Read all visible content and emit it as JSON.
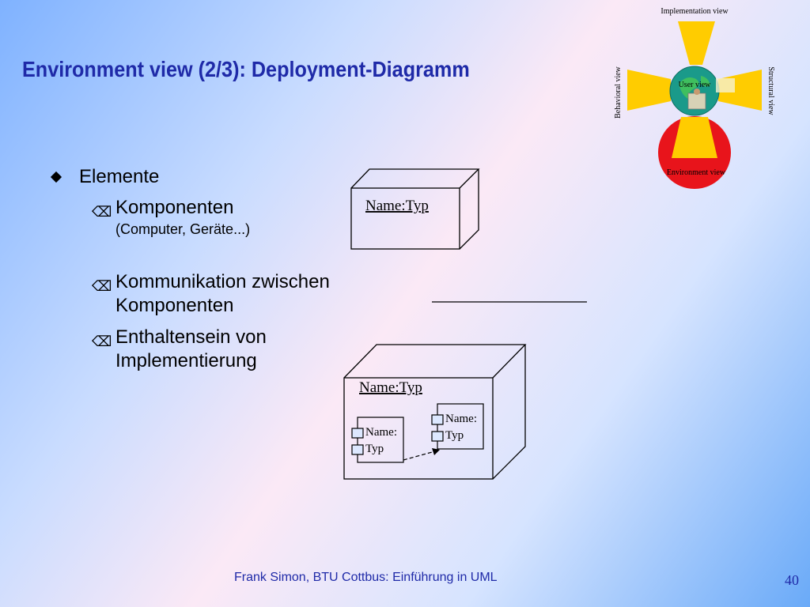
{
  "title": "Environment view (2/3): Deployment-Diagramm",
  "bullets": {
    "elemente": "Elemente",
    "komponenten": "Komponenten",
    "komponenten_sub": "(Computer, Geräte...)",
    "kommunikation_1": "Kommunikation zwischen",
    "kommunikation_2": "Komponenten",
    "enthaltensein_1": "Enthaltensein von",
    "enthaltensein_2": "Implementierung"
  },
  "diagram": {
    "node1_label": "Name:Typ",
    "node2_label": "Name:Typ",
    "comp1_line1": "Name:",
    "comp1_line2": "Typ",
    "comp2_line1": "Name:",
    "comp2_line2": "Typ"
  },
  "views_icon": {
    "top": "Implementation view",
    "left": "Behavioral view",
    "right": "Structural view",
    "center": "User view",
    "bottom": "Environment view",
    "colors": {
      "arm": "#ffcc00",
      "bottom_circle": "#e8141b",
      "globe": "#1a9a8a"
    }
  },
  "footer": "Frank Simon, BTU Cottbus: Einführung in UML",
  "page_number": "40"
}
